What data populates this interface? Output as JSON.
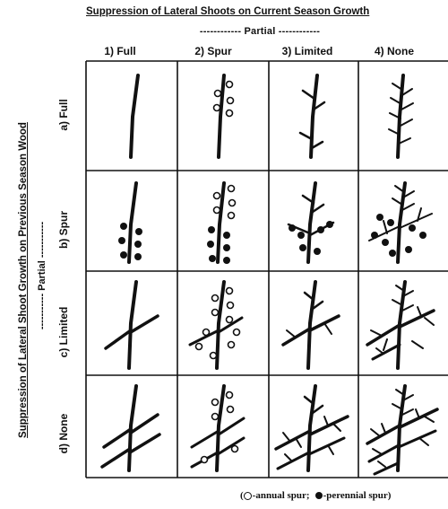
{
  "top_title": "Suppression of Lateral Shoots on Current Season Growth",
  "top_partial": "------------ Partial ------------",
  "columns": [
    "1) Full",
    "2) Spur",
    "3) Limited",
    "4) None"
  ],
  "left_title": "Suppression of Lateral Shoot Growth on Previous Season Wood",
  "left_partial": "----------- Partial -----------",
  "rows": [
    "a) Full",
    "b) Spur",
    "c) Limited",
    "d) None"
  ],
  "footnote": {
    "annual": "-annual spur;",
    "perennial": "-perennial spur)",
    "open_paren": "("
  },
  "colors": {
    "ink": "#111111",
    "background": "#ffffff"
  }
}
